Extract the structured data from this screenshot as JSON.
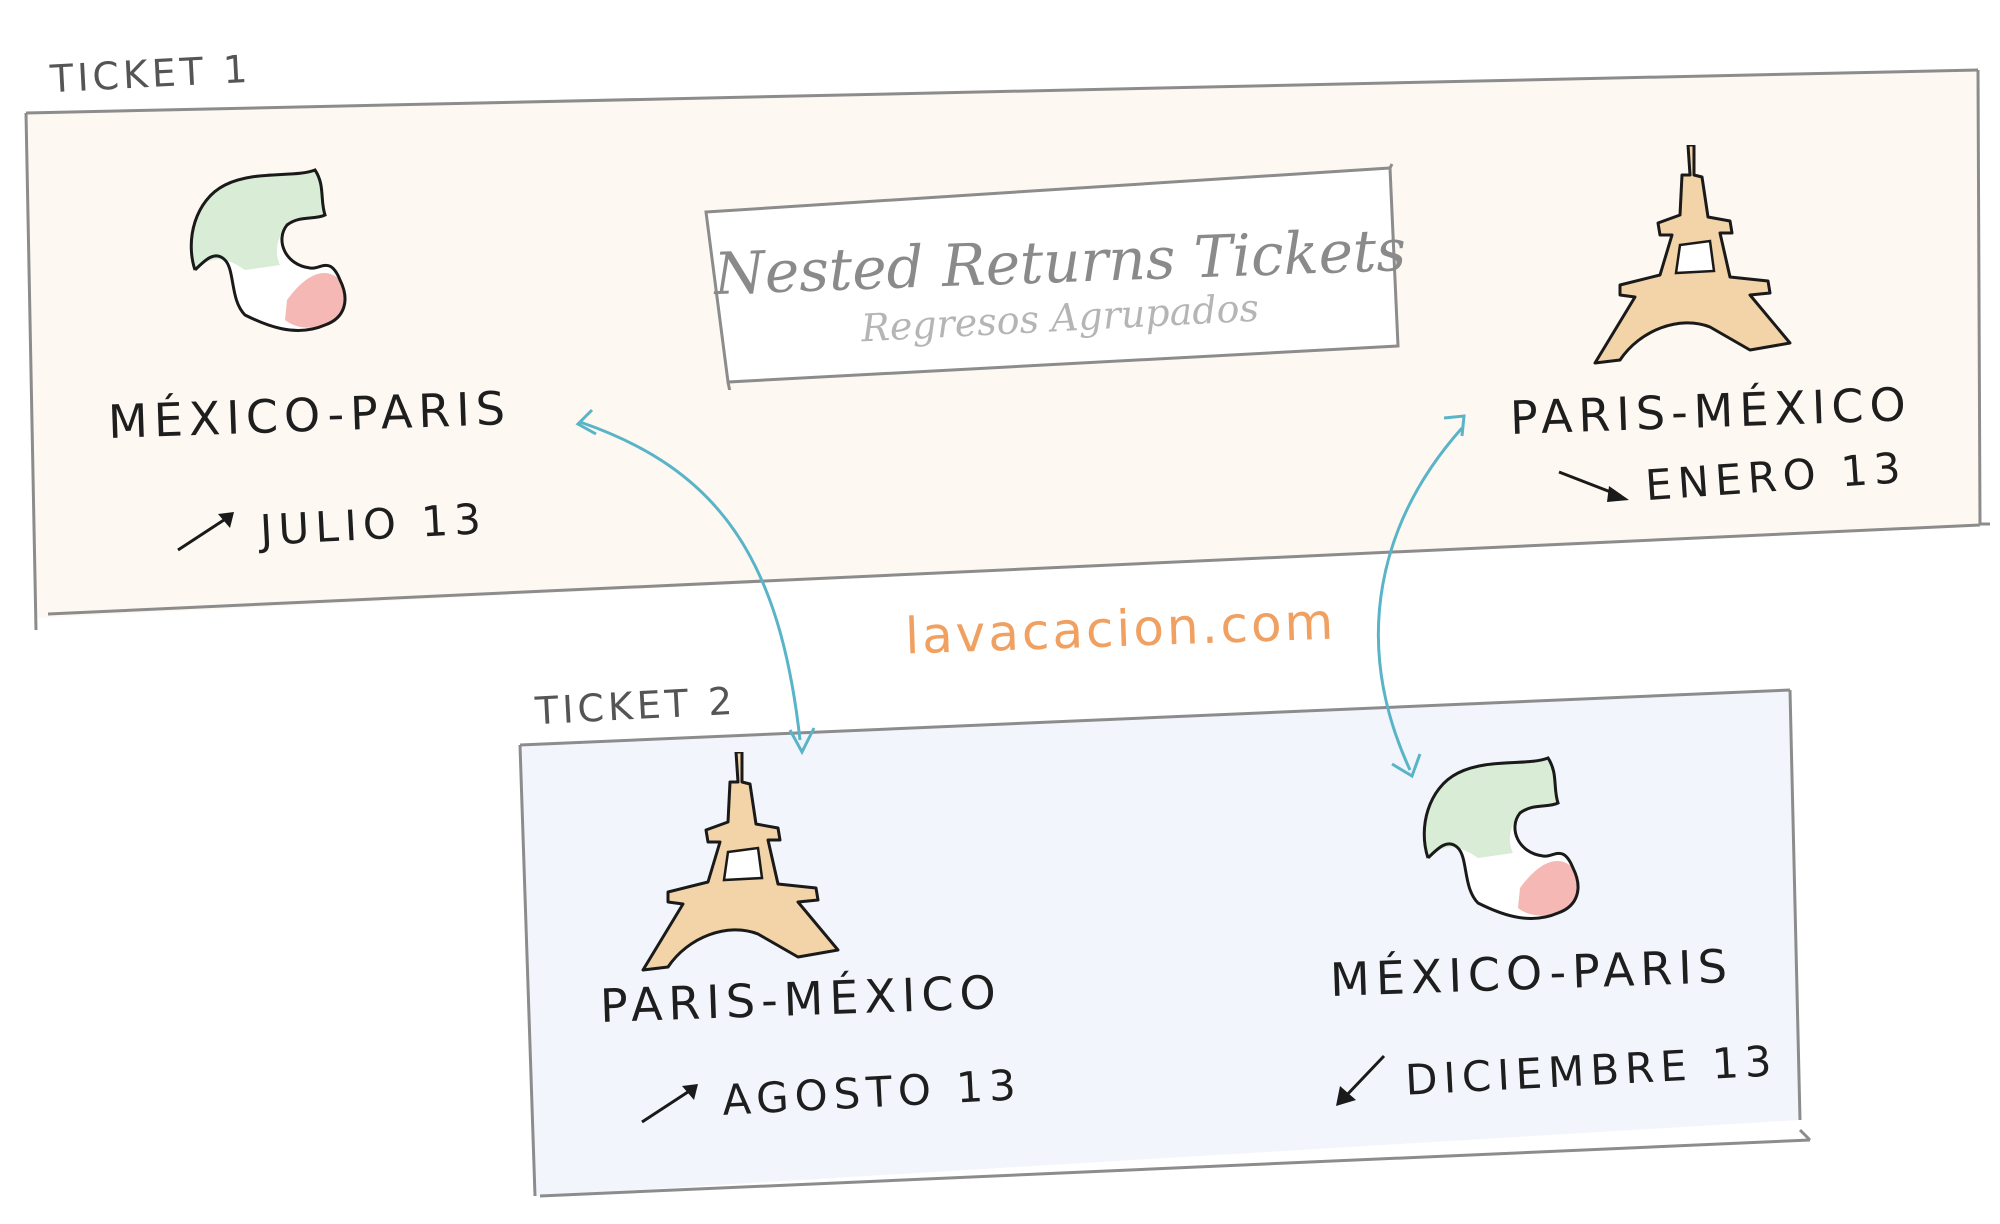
{
  "site": "lavacacion.com",
  "title": {
    "main": "Nested Returns Tickets",
    "sub": "Regresos Agrupados"
  },
  "ticket1": {
    "label": "TICKET 1",
    "outbound": {
      "route": "MÉXICO-PARIS",
      "date": "JULIO 13",
      "icon": "mexico-flag-map-icon"
    },
    "return": {
      "route": "PARIS-MÉXICO",
      "date": "ENERO 13",
      "icon": "eiffel-tower-icon"
    }
  },
  "ticket2": {
    "label": "TICKET 2",
    "outbound": {
      "route": "PARIS-MÉXICO",
      "date": "AGOSTO 13",
      "icon": "eiffel-tower-icon"
    },
    "return": {
      "route": "MÉXICO-PARIS",
      "date": "DICIEMBRE 13",
      "icon": "mexico-flag-map-icon"
    }
  },
  "colors": {
    "ticket1_bg": "#fdf8f2",
    "ticket2_bg": "#f2f6fc",
    "connector": "#5ab4c8",
    "site": "#f0a060",
    "mexico_green": "#d9ecd6",
    "mexico_red": "#f5b8b5",
    "tower": "#f3d3a8"
  }
}
